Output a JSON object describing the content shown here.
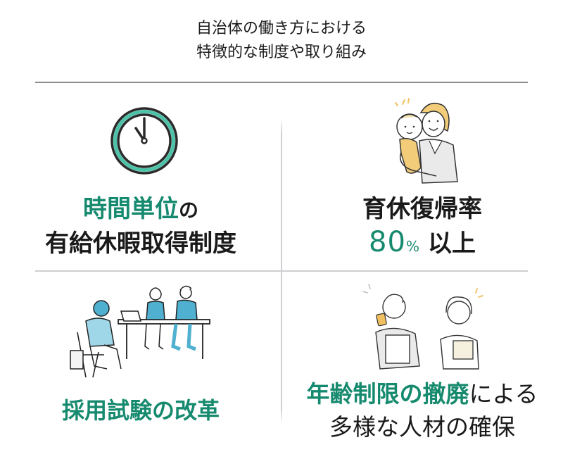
{
  "title": {
    "line1": "自治体の働き方における",
    "line2": "特徴的な制度や取り組み"
  },
  "colors": {
    "accent_green": "#168a6e",
    "clock_teal": "#4cc2a8",
    "text_dark": "#1a1a1a",
    "divider": "#cfcfd3",
    "illustration_blue": "#4fb0d0",
    "illustration_yellow": "#f0c060"
  },
  "cells": [
    {
      "icon": "clock-icon",
      "highlight": "時間単位",
      "highlight_suffix": "の",
      "line2": "有給休暇取得制度"
    },
    {
      "icon": "mother-holding-baby-illustration",
      "line1": "育休復帰率",
      "number": "80",
      "unit": "%",
      "suffix": "以上"
    },
    {
      "icon": "interview-illustration",
      "highlight": "採用試験の改革"
    },
    {
      "icon": "senior-workers-illustration",
      "highlight": "年齢制限の撤廃",
      "line1_suffix": "による",
      "line2": "多様な人材の確保"
    }
  ]
}
